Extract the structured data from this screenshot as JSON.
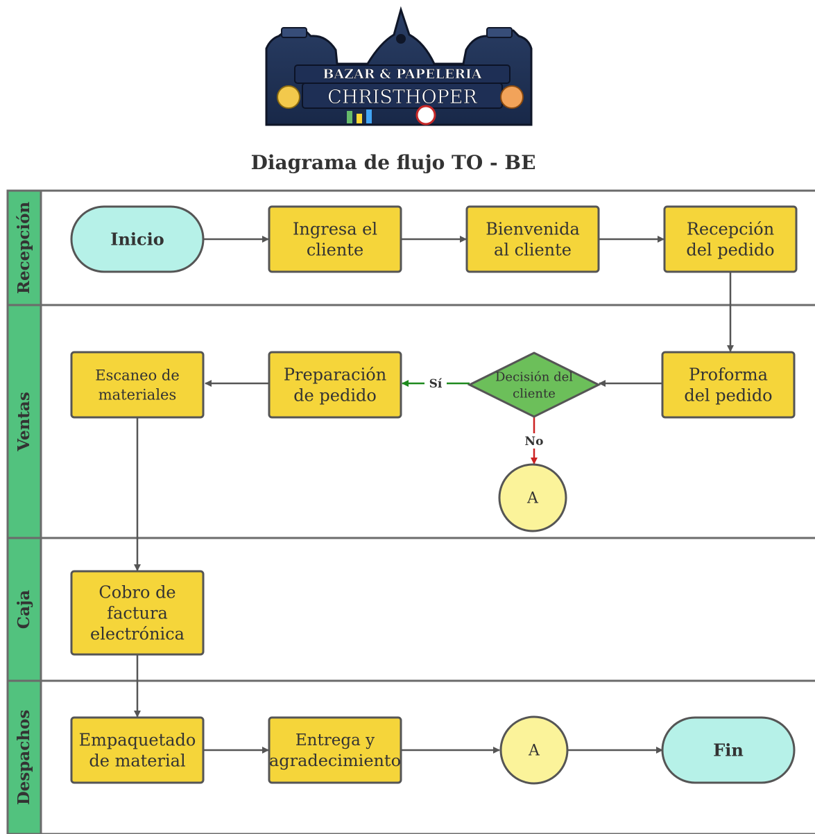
{
  "title": "Diagrama de flujo TO - BE",
  "logo": {
    "line1": "BAZAR & PAPELERIA",
    "line2": "CHRISTHOPER"
  },
  "colors": {
    "process": "#f5d53a",
    "terminal": "#b6f1e8",
    "decision": "#6cbf5a",
    "connector": "#fbf39a",
    "lane_header": "#52c27e",
    "edge": "#555555",
    "edge_yes": "#1e8a1e",
    "edge_no": "#cc2222"
  },
  "lanes": [
    {
      "id": "recepcion",
      "label": "Recepción"
    },
    {
      "id": "ventas",
      "label": "Ventas"
    },
    {
      "id": "caja",
      "label": "Caja"
    },
    {
      "id": "despachos",
      "label": "Despachos"
    }
  ],
  "nodes": [
    {
      "id": "inicio",
      "type": "terminal",
      "lane": "recepcion",
      "lines": [
        "Inicio"
      ],
      "bold": true
    },
    {
      "id": "ingresa",
      "type": "process",
      "lane": "recepcion",
      "lines": [
        "Ingresa el",
        "cliente"
      ]
    },
    {
      "id": "bienvenida",
      "type": "process",
      "lane": "recepcion",
      "lines": [
        "Bienvenida",
        "al cliente"
      ]
    },
    {
      "id": "recepcion_pedido",
      "type": "process",
      "lane": "recepcion",
      "lines": [
        "Recepción",
        "del pedido"
      ]
    },
    {
      "id": "proforma",
      "type": "process",
      "lane": "ventas",
      "lines": [
        "Proforma",
        "del pedido"
      ]
    },
    {
      "id": "decision",
      "type": "decision",
      "lane": "ventas",
      "lines": [
        "Decisión del",
        "cliente"
      ]
    },
    {
      "id": "preparacion",
      "type": "process",
      "lane": "ventas",
      "lines": [
        "Preparación",
        "de pedido"
      ]
    },
    {
      "id": "escaneo",
      "type": "process",
      "lane": "ventas",
      "lines": [
        "Escaneo de",
        "materiales"
      ]
    },
    {
      "id": "a1",
      "type": "connector",
      "lane": "ventas",
      "lines": [
        "A"
      ]
    },
    {
      "id": "cobro",
      "type": "process",
      "lane": "caja",
      "lines": [
        "Cobro de",
        "factura",
        "electrónica"
      ]
    },
    {
      "id": "empaquetado",
      "type": "process",
      "lane": "despachos",
      "lines": [
        "Empaquetado",
        "de material"
      ]
    },
    {
      "id": "entrega",
      "type": "process",
      "lane": "despachos",
      "lines": [
        "Entrega y",
        "agradecimiento"
      ]
    },
    {
      "id": "a2",
      "type": "connector",
      "lane": "despachos",
      "lines": [
        "A"
      ]
    },
    {
      "id": "fin",
      "type": "terminal",
      "lane": "despachos",
      "lines": [
        "Fin"
      ],
      "bold": true
    }
  ],
  "edges": [
    {
      "from": "inicio",
      "to": "ingresa",
      "label": ""
    },
    {
      "from": "ingresa",
      "to": "bienvenida",
      "label": ""
    },
    {
      "from": "bienvenida",
      "to": "recepcion_pedido",
      "label": ""
    },
    {
      "from": "recepcion_pedido",
      "to": "proforma",
      "label": ""
    },
    {
      "from": "proforma",
      "to": "decision",
      "label": ""
    },
    {
      "from": "decision",
      "to": "preparacion",
      "label": "Sí",
      "kind": "yes"
    },
    {
      "from": "decision",
      "to": "a1",
      "label": "No",
      "kind": "no"
    },
    {
      "from": "preparacion",
      "to": "escaneo",
      "label": ""
    },
    {
      "from": "escaneo",
      "to": "cobro",
      "label": ""
    },
    {
      "from": "cobro",
      "to": "empaquetado",
      "label": ""
    },
    {
      "from": "empaquetado",
      "to": "entrega",
      "label": ""
    },
    {
      "from": "entrega",
      "to": "a2",
      "label": ""
    },
    {
      "from": "a2",
      "to": "fin",
      "label": ""
    }
  ]
}
